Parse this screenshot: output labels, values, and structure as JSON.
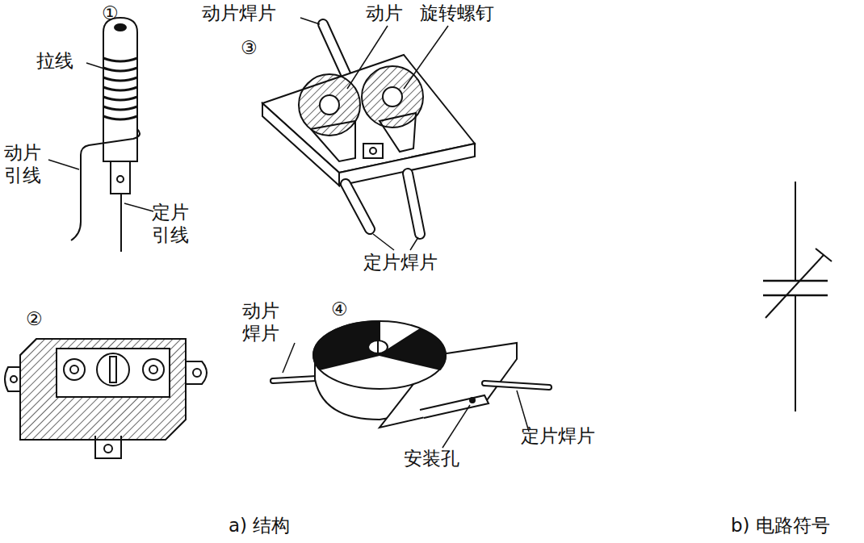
{
  "diagram": {
    "labels": [
      "①",
      "拉线",
      "动片 引线",
      "定片 引线",
      "动片焊片",
      "动片",
      "旋转螺钉",
      "③",
      "定片焊片",
      "②",
      "④",
      "动片 焊片",
      "定片焊片",
      "安装孔",
      "a) 结构",
      "b) 电路符号"
    ]
  }
}
